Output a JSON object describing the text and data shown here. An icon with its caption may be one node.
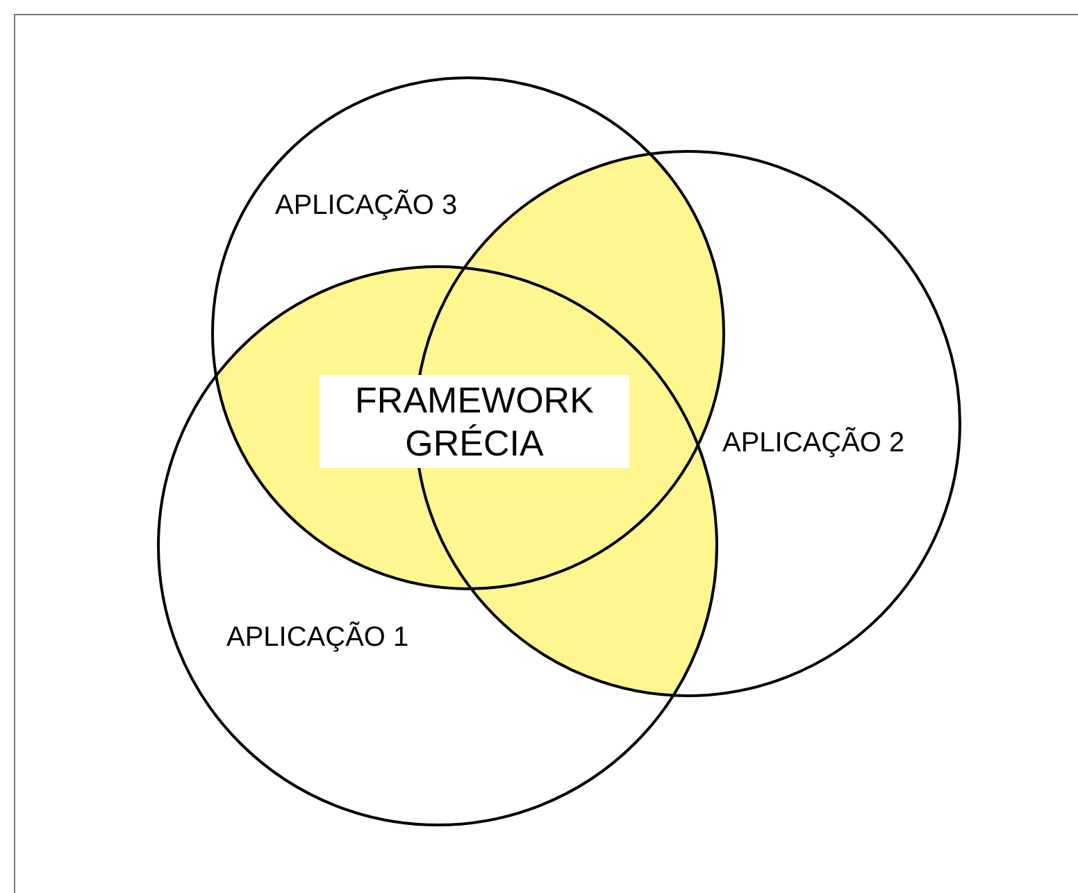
{
  "diagram": {
    "nodes": [
      {
        "text": [
          "APLICAÇÃO 3"
        ]
      },
      {
        "text": [
          "APLICAÇÃO 2"
        ]
      },
      {
        "text": [
          "APLICAÇÃO 1"
        ]
      },
      {
        "text": [
          "FRAMEWORK GRÉCIA"
        ]
      }
    ]
  }
}
